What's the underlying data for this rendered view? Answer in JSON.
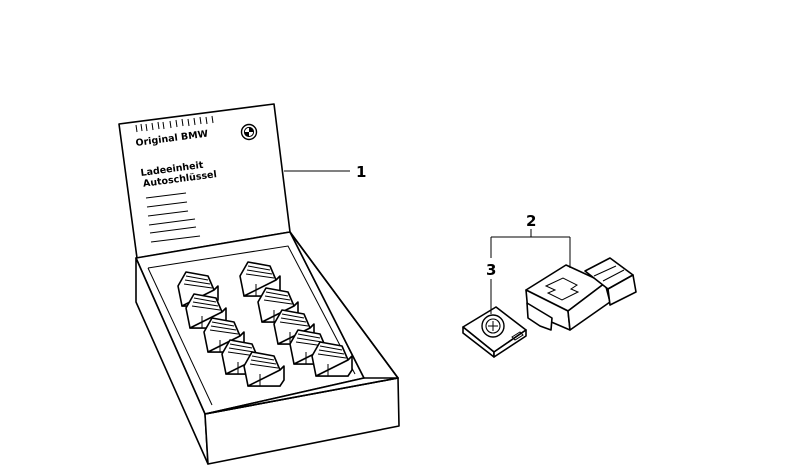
{
  "diagram": {
    "callouts": [
      {
        "id": "1",
        "label": "1"
      },
      {
        "id": "2",
        "label": "2"
      },
      {
        "id": "3",
        "label": "3"
      }
    ],
    "lid_text": {
      "brand": "Original BMW",
      "line1": "Ladeeinheit",
      "line2": "Autoschlüssel"
    },
    "icons": {
      "logo": "bmw-roundel-icon"
    }
  }
}
